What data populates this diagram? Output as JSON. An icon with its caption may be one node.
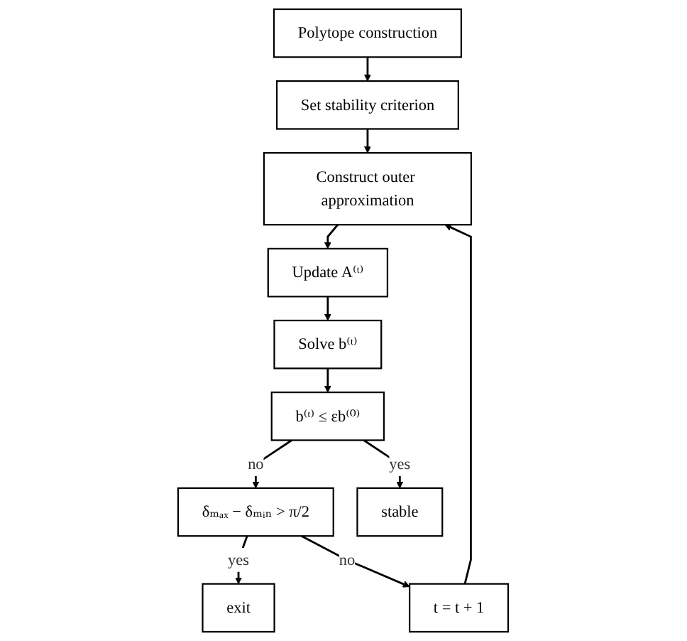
{
  "diagram": {
    "nodes": [
      {
        "text": [
          "Polytope construction"
        ]
      },
      {
        "text": [
          "Set stability criterion"
        ]
      },
      {
        "text": [
          "Construct outer approximation"
        ]
      },
      {
        "text": [
          "Update A⁽ᵗ⁾"
        ]
      },
      {
        "text": [
          "Solve b⁽ᵗ⁾"
        ]
      },
      {
        "text": [
          "b⁽ᵗ⁾ ≤ εb⁽⁰⁾"
        ]
      },
      {
        "text": [
          "δₘₐₓ − δₘᵢₙ > π/2"
        ]
      },
      {
        "text": [
          "t = t + 1"
        ]
      },
      {
        "text": [
          "exit"
        ]
      },
      {
        "text": [
          "stable"
        ]
      }
    ],
    "edges": [
      {
        "from": 0,
        "to": 1,
        "arrow": "to"
      },
      {
        "from": 1,
        "to": 2,
        "arrow": "to"
      },
      {
        "from": 2,
        "to": 3,
        "arrow": "to"
      },
      {
        "from": 3,
        "to": 4,
        "arrow": "to"
      },
      {
        "from": 4,
        "to": 5,
        "arrow": "to"
      },
      {
        "from": 5,
        "to": 6,
        "arrow": "to",
        "label": "no"
      },
      {
        "from": 5,
        "to": 9,
        "arrow": "to",
        "label": "yes"
      },
      {
        "from": 6,
        "to": 8,
        "arrow": "to",
        "label": "yes"
      },
      {
        "from": 6,
        "to": 7,
        "arrow": "to",
        "label": "no"
      },
      {
        "from": 7,
        "to": 2,
        "arrow": "to"
      }
    ]
  }
}
